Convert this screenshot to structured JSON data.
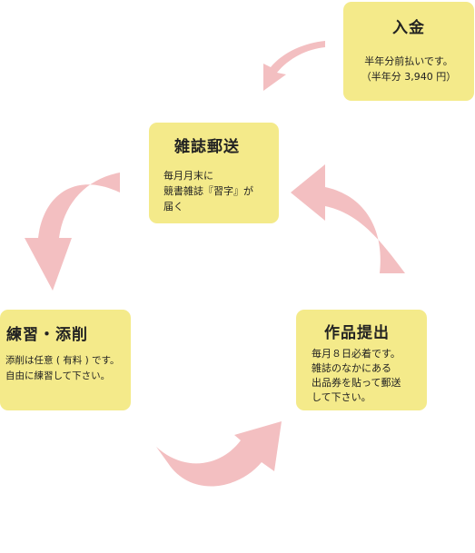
{
  "colors": {
    "card_fill": "#f4ea8a",
    "arrow_fill": "#f3bfc1",
    "text": "#222222"
  },
  "steps": [
    {
      "id": "deposit",
      "title": "入金",
      "body": "半年分前払いです。\n（半年分 3,940 円）"
    },
    {
      "id": "mail",
      "title": "雑誌郵送",
      "body": "毎月月末に\n競書雑誌『習字』が\n届く"
    },
    {
      "id": "practice",
      "title": "練習・添削",
      "body": "添削は任意 ( 有料 ) です。\n自由に練習して下さい。"
    },
    {
      "id": "submit",
      "title": "作品提出",
      "body": "毎月８日必着です。\n雑誌のなかにある\n出品券を貼って郵送\nして下さい。"
    }
  ],
  "arrows": [
    {
      "from": "deposit",
      "to": "mail",
      "icon": "curved-arrow-left-icon"
    },
    {
      "from": "mail",
      "to": "practice",
      "icon": "curved-arrow-down-icon"
    },
    {
      "from": "practice",
      "to": "submit",
      "icon": "curved-arrow-right-icon"
    },
    {
      "from": "submit",
      "to": "mail",
      "icon": "curved-arrow-up-icon"
    }
  ]
}
